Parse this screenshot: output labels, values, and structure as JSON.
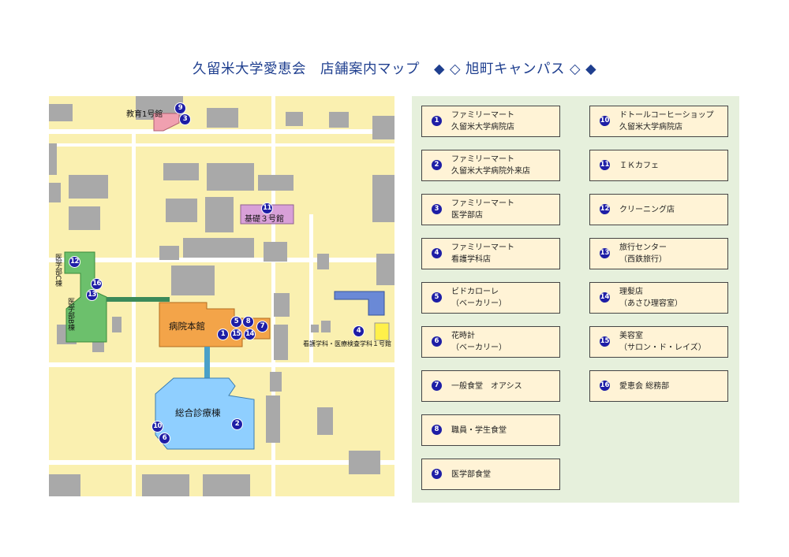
{
  "title": "久留米大学愛恵会　店舗案内マップ　◆ ◇ 旭町キャンパス ◇ ◆",
  "map": {
    "buildings": {
      "kyoiku1": "教育1号館",
      "kiso3": "基礎３号館",
      "igakubu_c": "医学部C棟",
      "igakubu_b": "医学部B棟",
      "hospital_main": "病院本館",
      "sogo_shinryo": "総合診療棟",
      "kango": "看護学科・医療検査学科１号館"
    },
    "markers": [
      "1",
      "2",
      "3",
      "4",
      "5",
      "6",
      "7",
      "8",
      "9",
      "10",
      "11",
      "12",
      "13",
      "14",
      "15",
      "16"
    ]
  },
  "legend": [
    {
      "num": "1",
      "line1": "ファミリーマート",
      "line2": "久留米大学病院店"
    },
    {
      "num": "2",
      "line1": "ファミリーマート",
      "line2": "久留米大学病院外来店"
    },
    {
      "num": "3",
      "line1": "ファミリーマート",
      "line2": "医学部店"
    },
    {
      "num": "4",
      "line1": "ファミリーマート",
      "line2": "看護学科店"
    },
    {
      "num": "5",
      "line1": "ビドカローレ",
      "line2": "（ベーカリー）"
    },
    {
      "num": "6",
      "line1": "花時計",
      "line2": "（ベーカリー）"
    },
    {
      "num": "7",
      "line1": "一般食堂　オアシス",
      "line2": ""
    },
    {
      "num": "8",
      "line1": "職員・学生食堂",
      "line2": ""
    },
    {
      "num": "9",
      "line1": "医学部食堂",
      "line2": ""
    },
    {
      "num": "10",
      "line1": "ドトールコーヒーショップ",
      "line2": "久留米大学病院店"
    },
    {
      "num": "11",
      "line1": "ＩＫカフェ",
      "line2": ""
    },
    {
      "num": "12",
      "line1": "クリーニング店",
      "line2": ""
    },
    {
      "num": "13",
      "line1": "旅行センター",
      "line2": "（西鉄旅行）"
    },
    {
      "num": "14",
      "line1": "理髪店",
      "line2": "（あさひ理容室）"
    },
    {
      "num": "15",
      "line1": "美容室",
      "line2": "（サロン・ド・レイズ）"
    },
    {
      "num": "16",
      "line1": "愛恵会 総務部",
      "line2": ""
    }
  ]
}
